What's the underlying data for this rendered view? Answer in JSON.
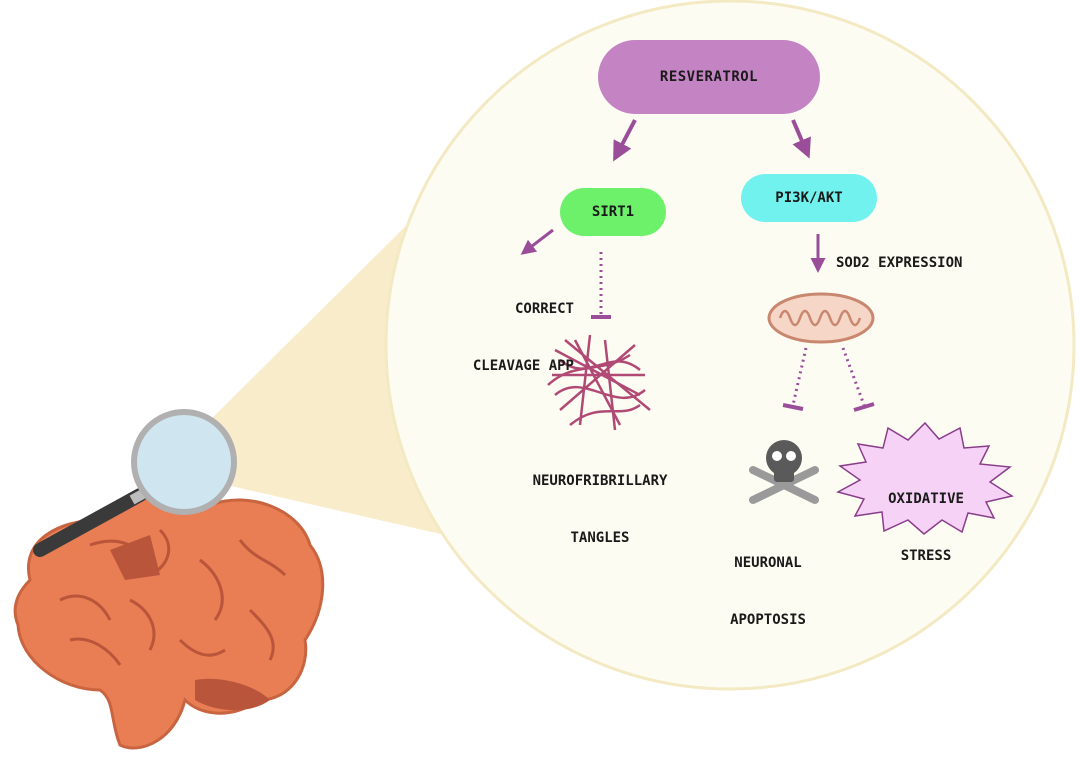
{
  "nodes": {
    "resveratrol": "RESVERATROL",
    "sirt1": "SIRT1",
    "pi3k_akt": "PI3K/AKT"
  },
  "labels": {
    "correct_cleavage": [
      "CORRECT",
      "CLEAVAGE APP"
    ],
    "sod2_expression": "SOD2 EXPRESSION",
    "tangles": [
      "NEUROFRIBRILLARY",
      "TANGLES"
    ],
    "neuronal_apoptosis": [
      "NEURONAL",
      "APOPTOSIS"
    ],
    "oxidative_stress": [
      "OXIDATIVE",
      "STRESS"
    ]
  },
  "colors": {
    "resveratrol": "#c484c4",
    "sirt1": "#6df06a",
    "pi3k_akt": "#72f2ef",
    "arrow": "#9a4e9a",
    "zoom_circle": "#fdfcf3",
    "zoom_border": "#f3e9c3",
    "magnifier_beam": "#f8ecca",
    "brain": "#e97e55",
    "brain_dark": "#b9553a",
    "tangles": "#b04a74",
    "starburst": "#f6d2f6"
  }
}
